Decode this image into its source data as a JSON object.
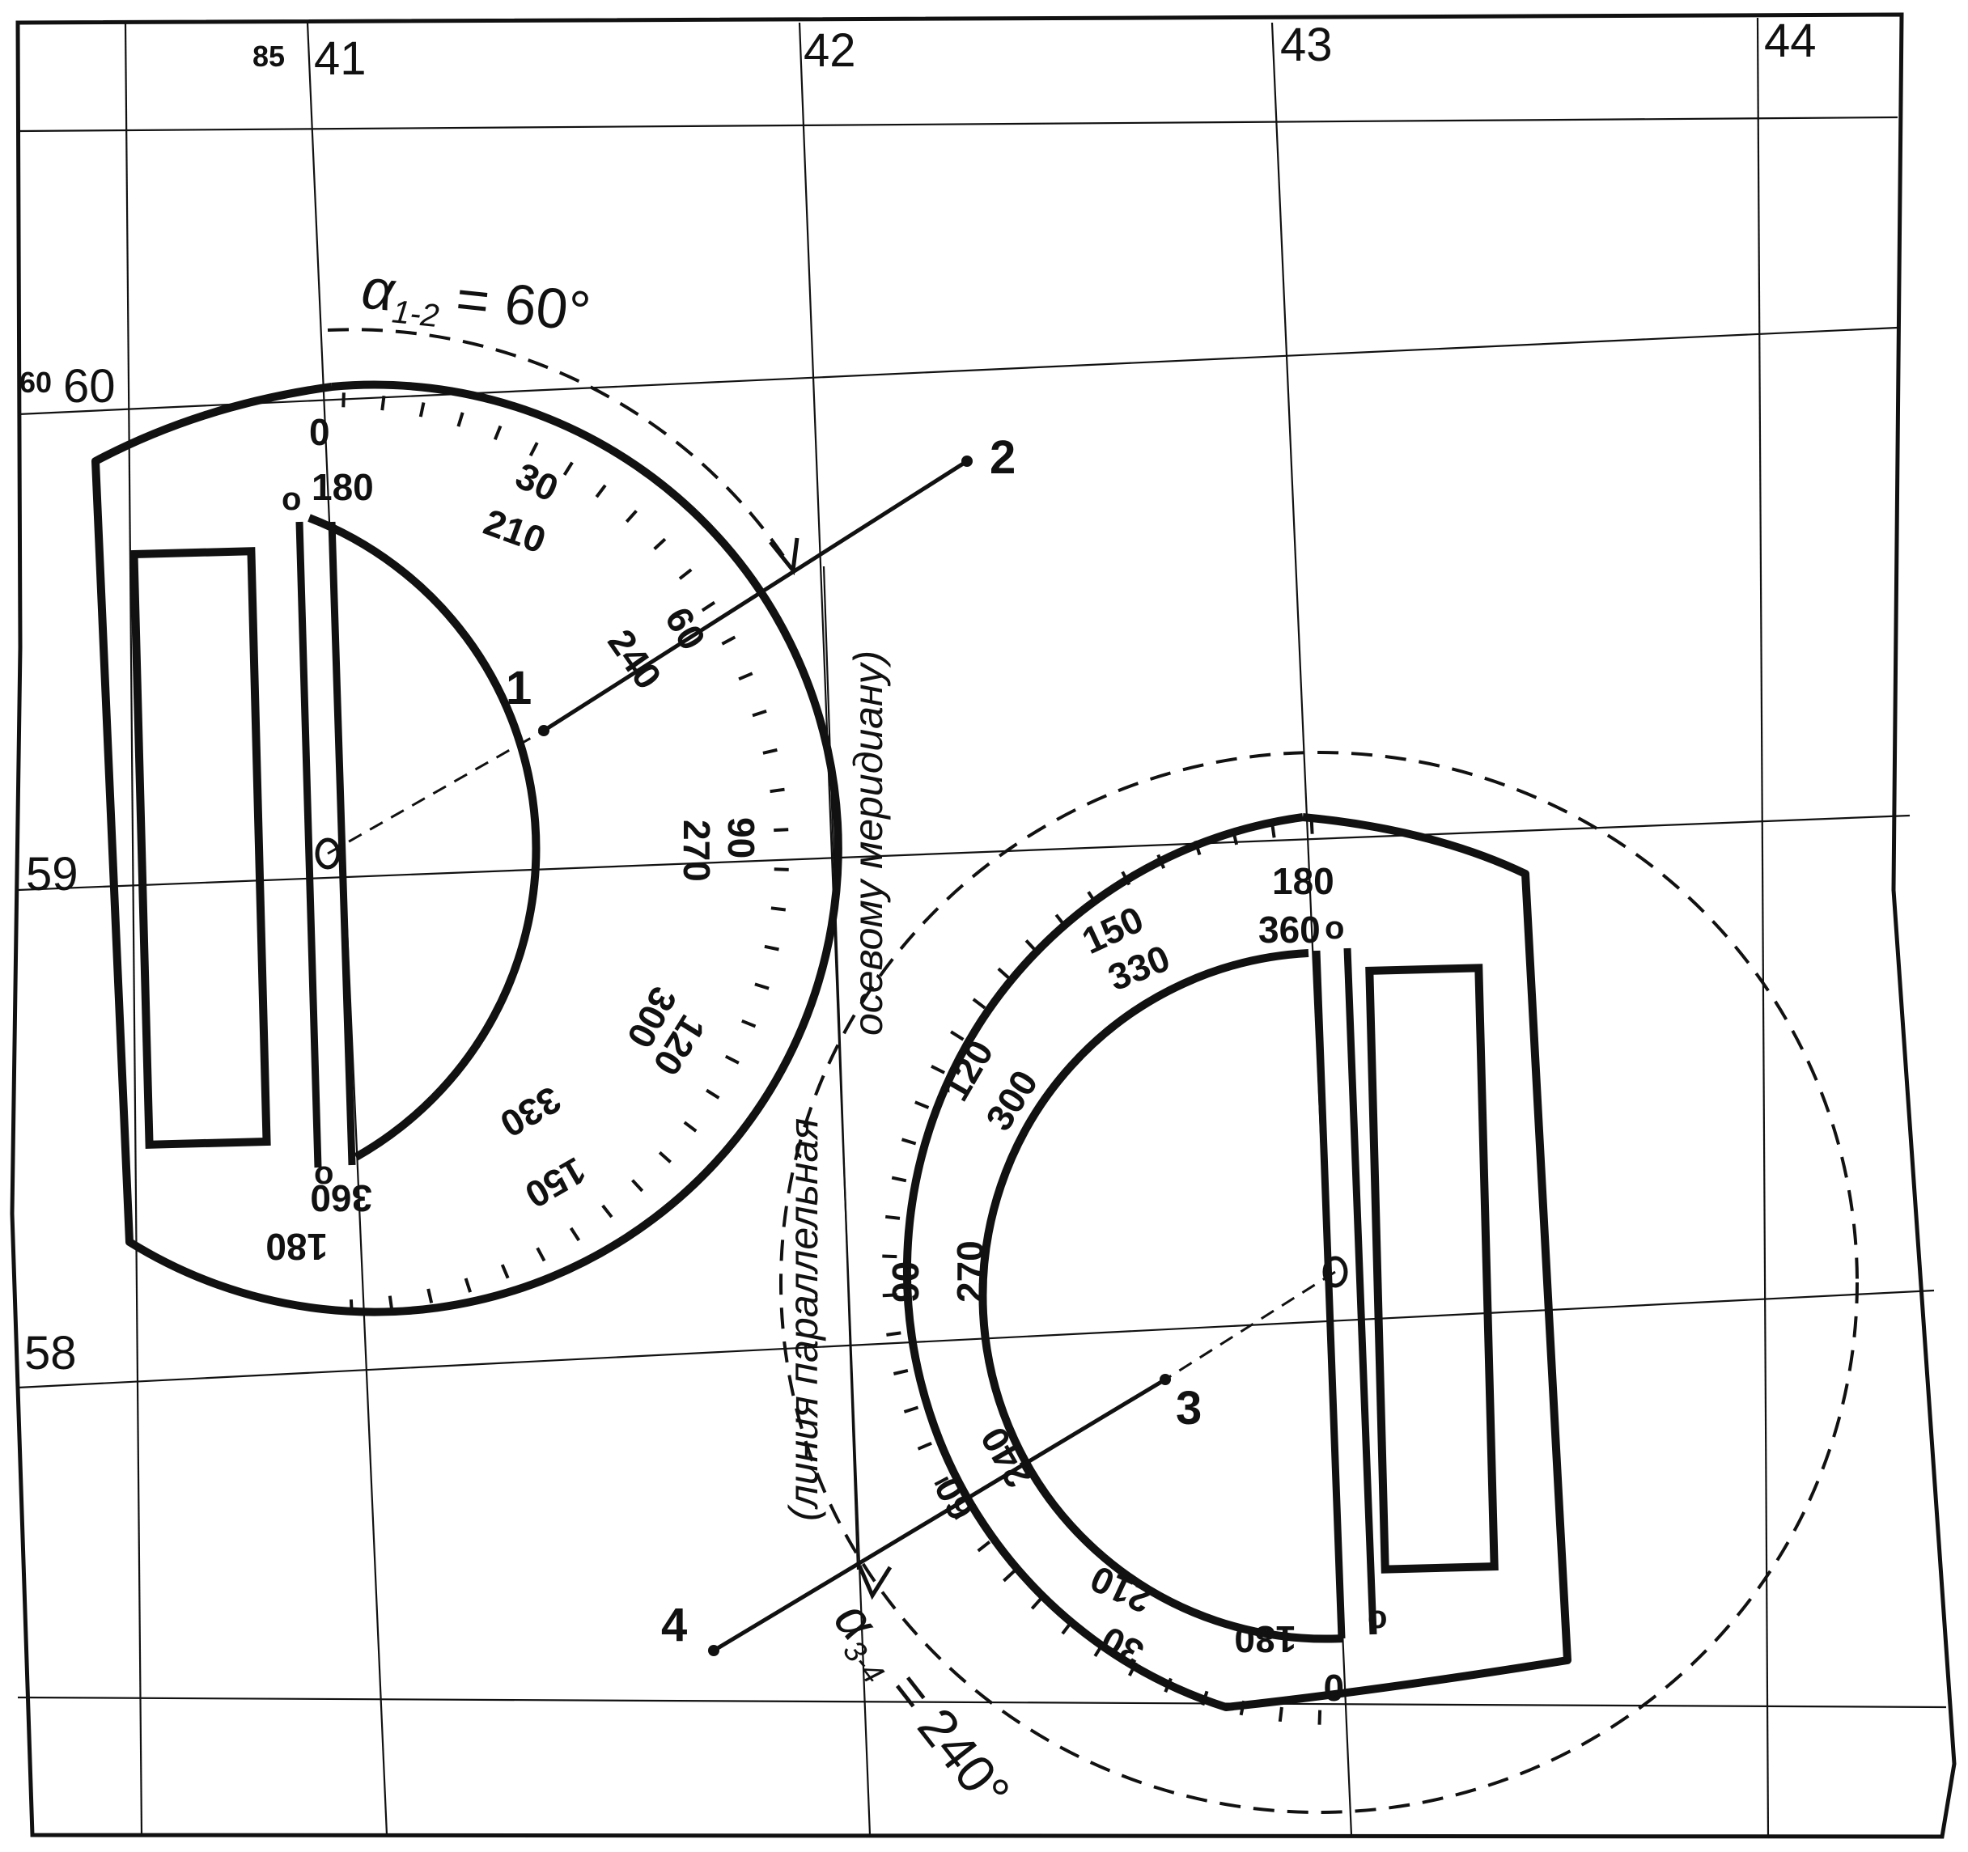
{
  "colors": {
    "ink": "#111111",
    "paper": "#ffffff"
  },
  "grid": {
    "corner_easting_prefix": "85",
    "corner_northing_prefix": "60",
    "easting_labels": [
      "41",
      "42",
      "43",
      "44"
    ],
    "northing_labels": [
      "60",
      "59",
      "58"
    ]
  },
  "points": [
    "1",
    "2",
    "3",
    "4"
  ],
  "angles": {
    "a12_symbol": "α",
    "a12_subscript": "1-2",
    "a12_value": " = 60°",
    "a34_symbol": "α",
    "a34_subscript": "3-4",
    "a34_value": " = 240°"
  },
  "axis_note": {
    "line1": "(линия параллельная",
    "line2": "осевому меридиану)"
  },
  "protractor1": {
    "zero_mark": "0",
    "outer_labels": [
      "30",
      "60",
      "90",
      "120",
      "150",
      "180"
    ],
    "inner_labels": [
      "180",
      "210",
      "240",
      "270",
      "300",
      "330",
      "360"
    ],
    "ring_marks": [
      "o",
      "o"
    ]
  },
  "protractor2": {
    "zero_mark": "0",
    "outer_labels": [
      "180",
      "150",
      "120",
      "90",
      "60",
      "30"
    ],
    "inner_labels": [
      "360",
      "330",
      "300",
      "270",
      "240",
      "210",
      "180"
    ],
    "ring_marks": [
      "o",
      "o"
    ]
  }
}
